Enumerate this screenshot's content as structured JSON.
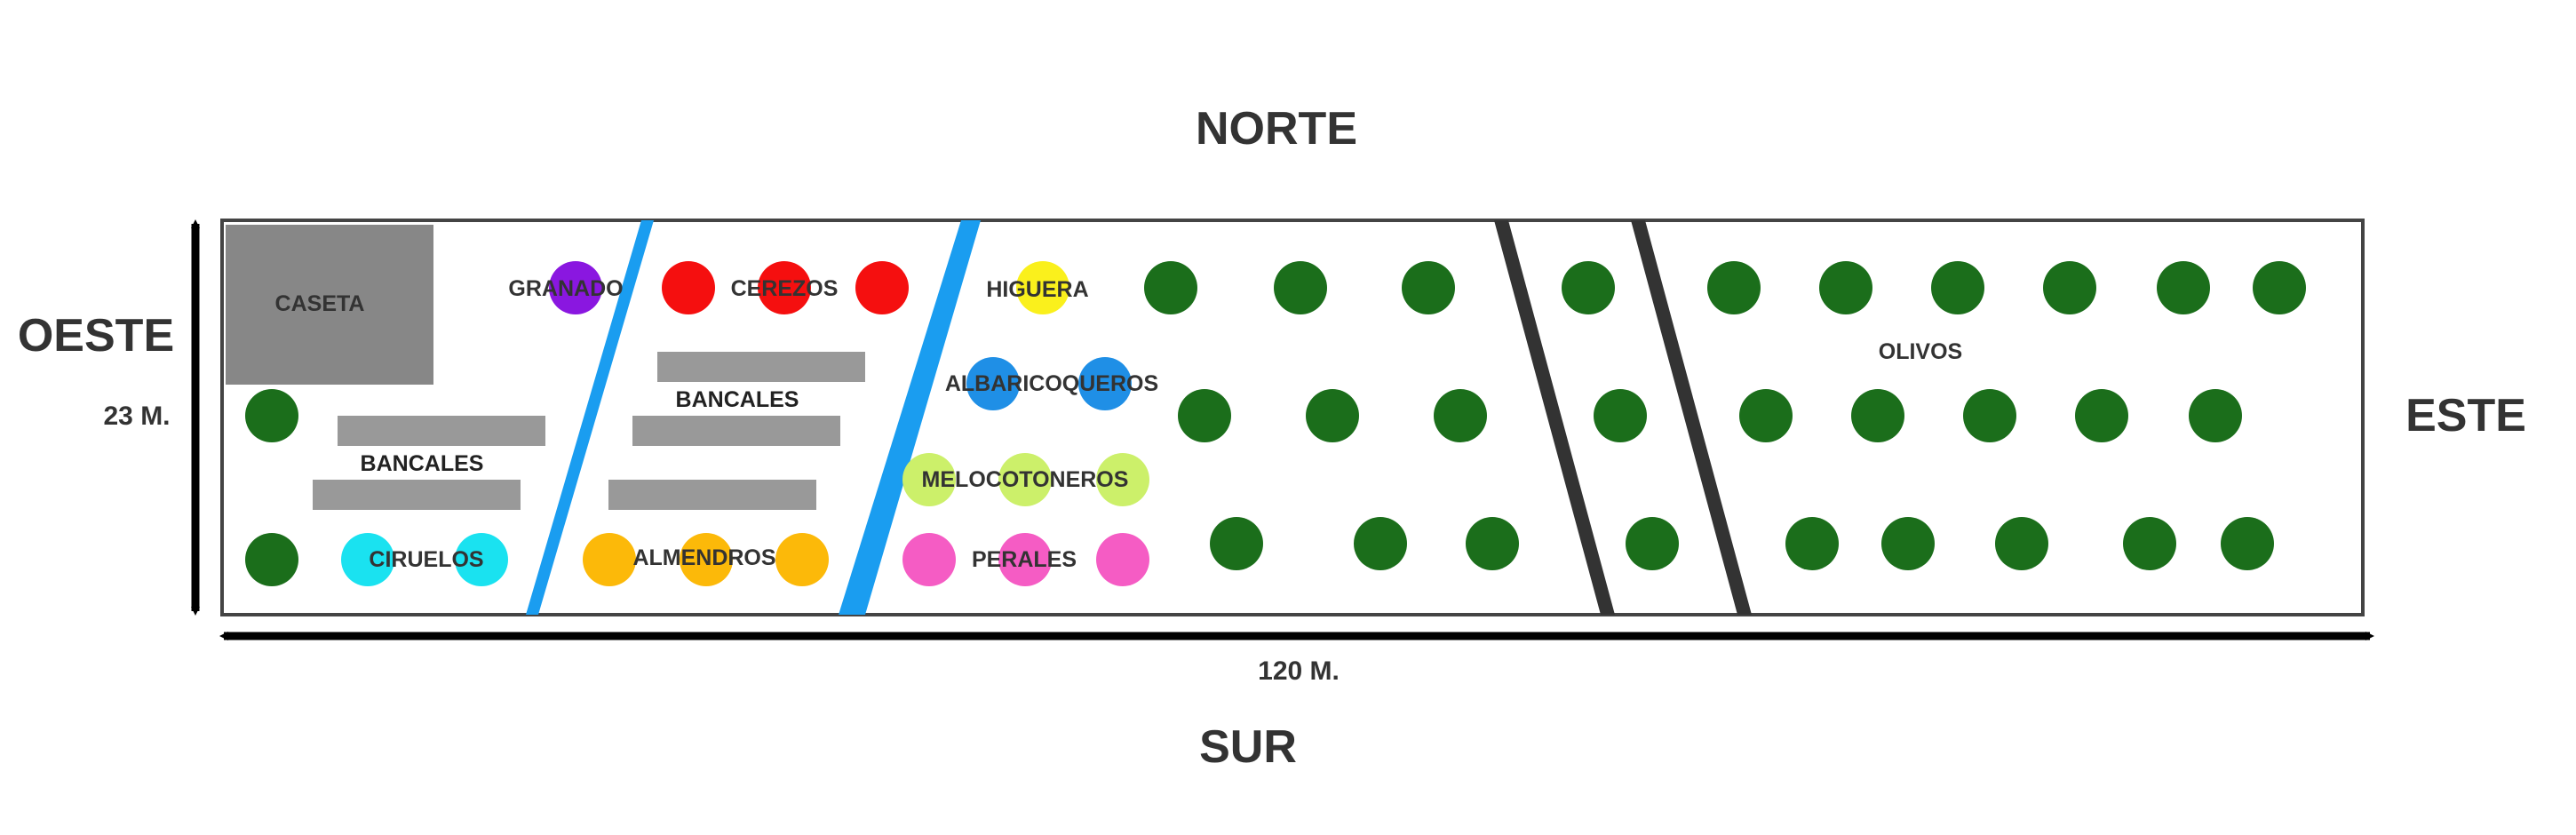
{
  "compass": {
    "north": "NORTE",
    "south": "SUR",
    "west": "OESTE",
    "east": "ESTE"
  },
  "dimensions": {
    "width": "23 M.",
    "length": "120 M."
  },
  "labels": {
    "caseta": "CASETA",
    "bancales_left": "BANCALES",
    "bancales_middle": "BANCALES",
    "granado": "GRANADO",
    "cerezos": "CEREZOS",
    "ciruelos": "CIRUELOS",
    "almendros": "ALMENDROS",
    "higuera": "HIGUERA",
    "albaricoqueros": "ALBARICOQUEROS",
    "melocotoneros": "MELOCOTONEROS",
    "perales": "PERALES",
    "olivos": "OLIVOS"
  },
  "colors": {
    "olivo": "#1b6e1b",
    "granado": "#8a17e0",
    "cerezo": "#f50f0f",
    "ciruelo": "#1ae2f0",
    "almendro": "#fcb909",
    "higuera": "#faf01c",
    "albaricoquero": "#1f8fe6",
    "melocotonero": "#ccf06a",
    "peral": "#f55cc4",
    "bancal": "#999999",
    "caseta": "#878787",
    "canal": "#1a9df0",
    "camino": "#333333",
    "outline": "#444444"
  }
}
